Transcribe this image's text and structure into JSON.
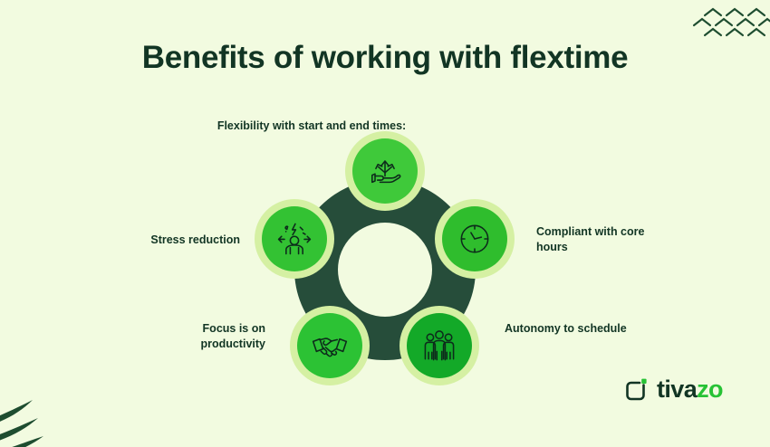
{
  "page": {
    "title": "Benefits of working with flextime",
    "background_color": "#f2fbe0",
    "title_color": "#123524"
  },
  "decorations": {
    "top_right": "chevron-pattern",
    "bottom_left": "diagonal-strokes",
    "color": "#1e4d30"
  },
  "diagram": {
    "type": "circular-benefits-wheel",
    "ring_color": "#264d3a",
    "halo_color": "#d5f0a3",
    "nodes": [
      {
        "id": "flexibility",
        "label": "Flexibility with start and end times:",
        "icon": "hand-holding-arrows-icon",
        "position": "top",
        "circle_color": "#3fc93a"
      },
      {
        "id": "core-hours",
        "label": "Compliant with core hours",
        "icon": "clock-icon",
        "position": "right",
        "circle_color": "#2fbd2d"
      },
      {
        "id": "autonomy",
        "label": "Autonomy to schedule",
        "icon": "group-of-people-icon",
        "position": "bottom-right",
        "circle_color": "#13a928"
      },
      {
        "id": "productivity",
        "label": "Focus is on productivity",
        "icon": "handshake-icon",
        "position": "bottom-left",
        "circle_color": "#2cc234"
      },
      {
        "id": "stress",
        "label": "Stress reduction",
        "icon": "stressed-person-icon",
        "position": "left",
        "circle_color": "#33c233"
      }
    ]
  },
  "logo": {
    "mark": "rounded-square-notch-icon",
    "name_part1": "tiva",
    "name_part2": "zo",
    "color_dark": "#123524",
    "color_green": "#27c235"
  }
}
